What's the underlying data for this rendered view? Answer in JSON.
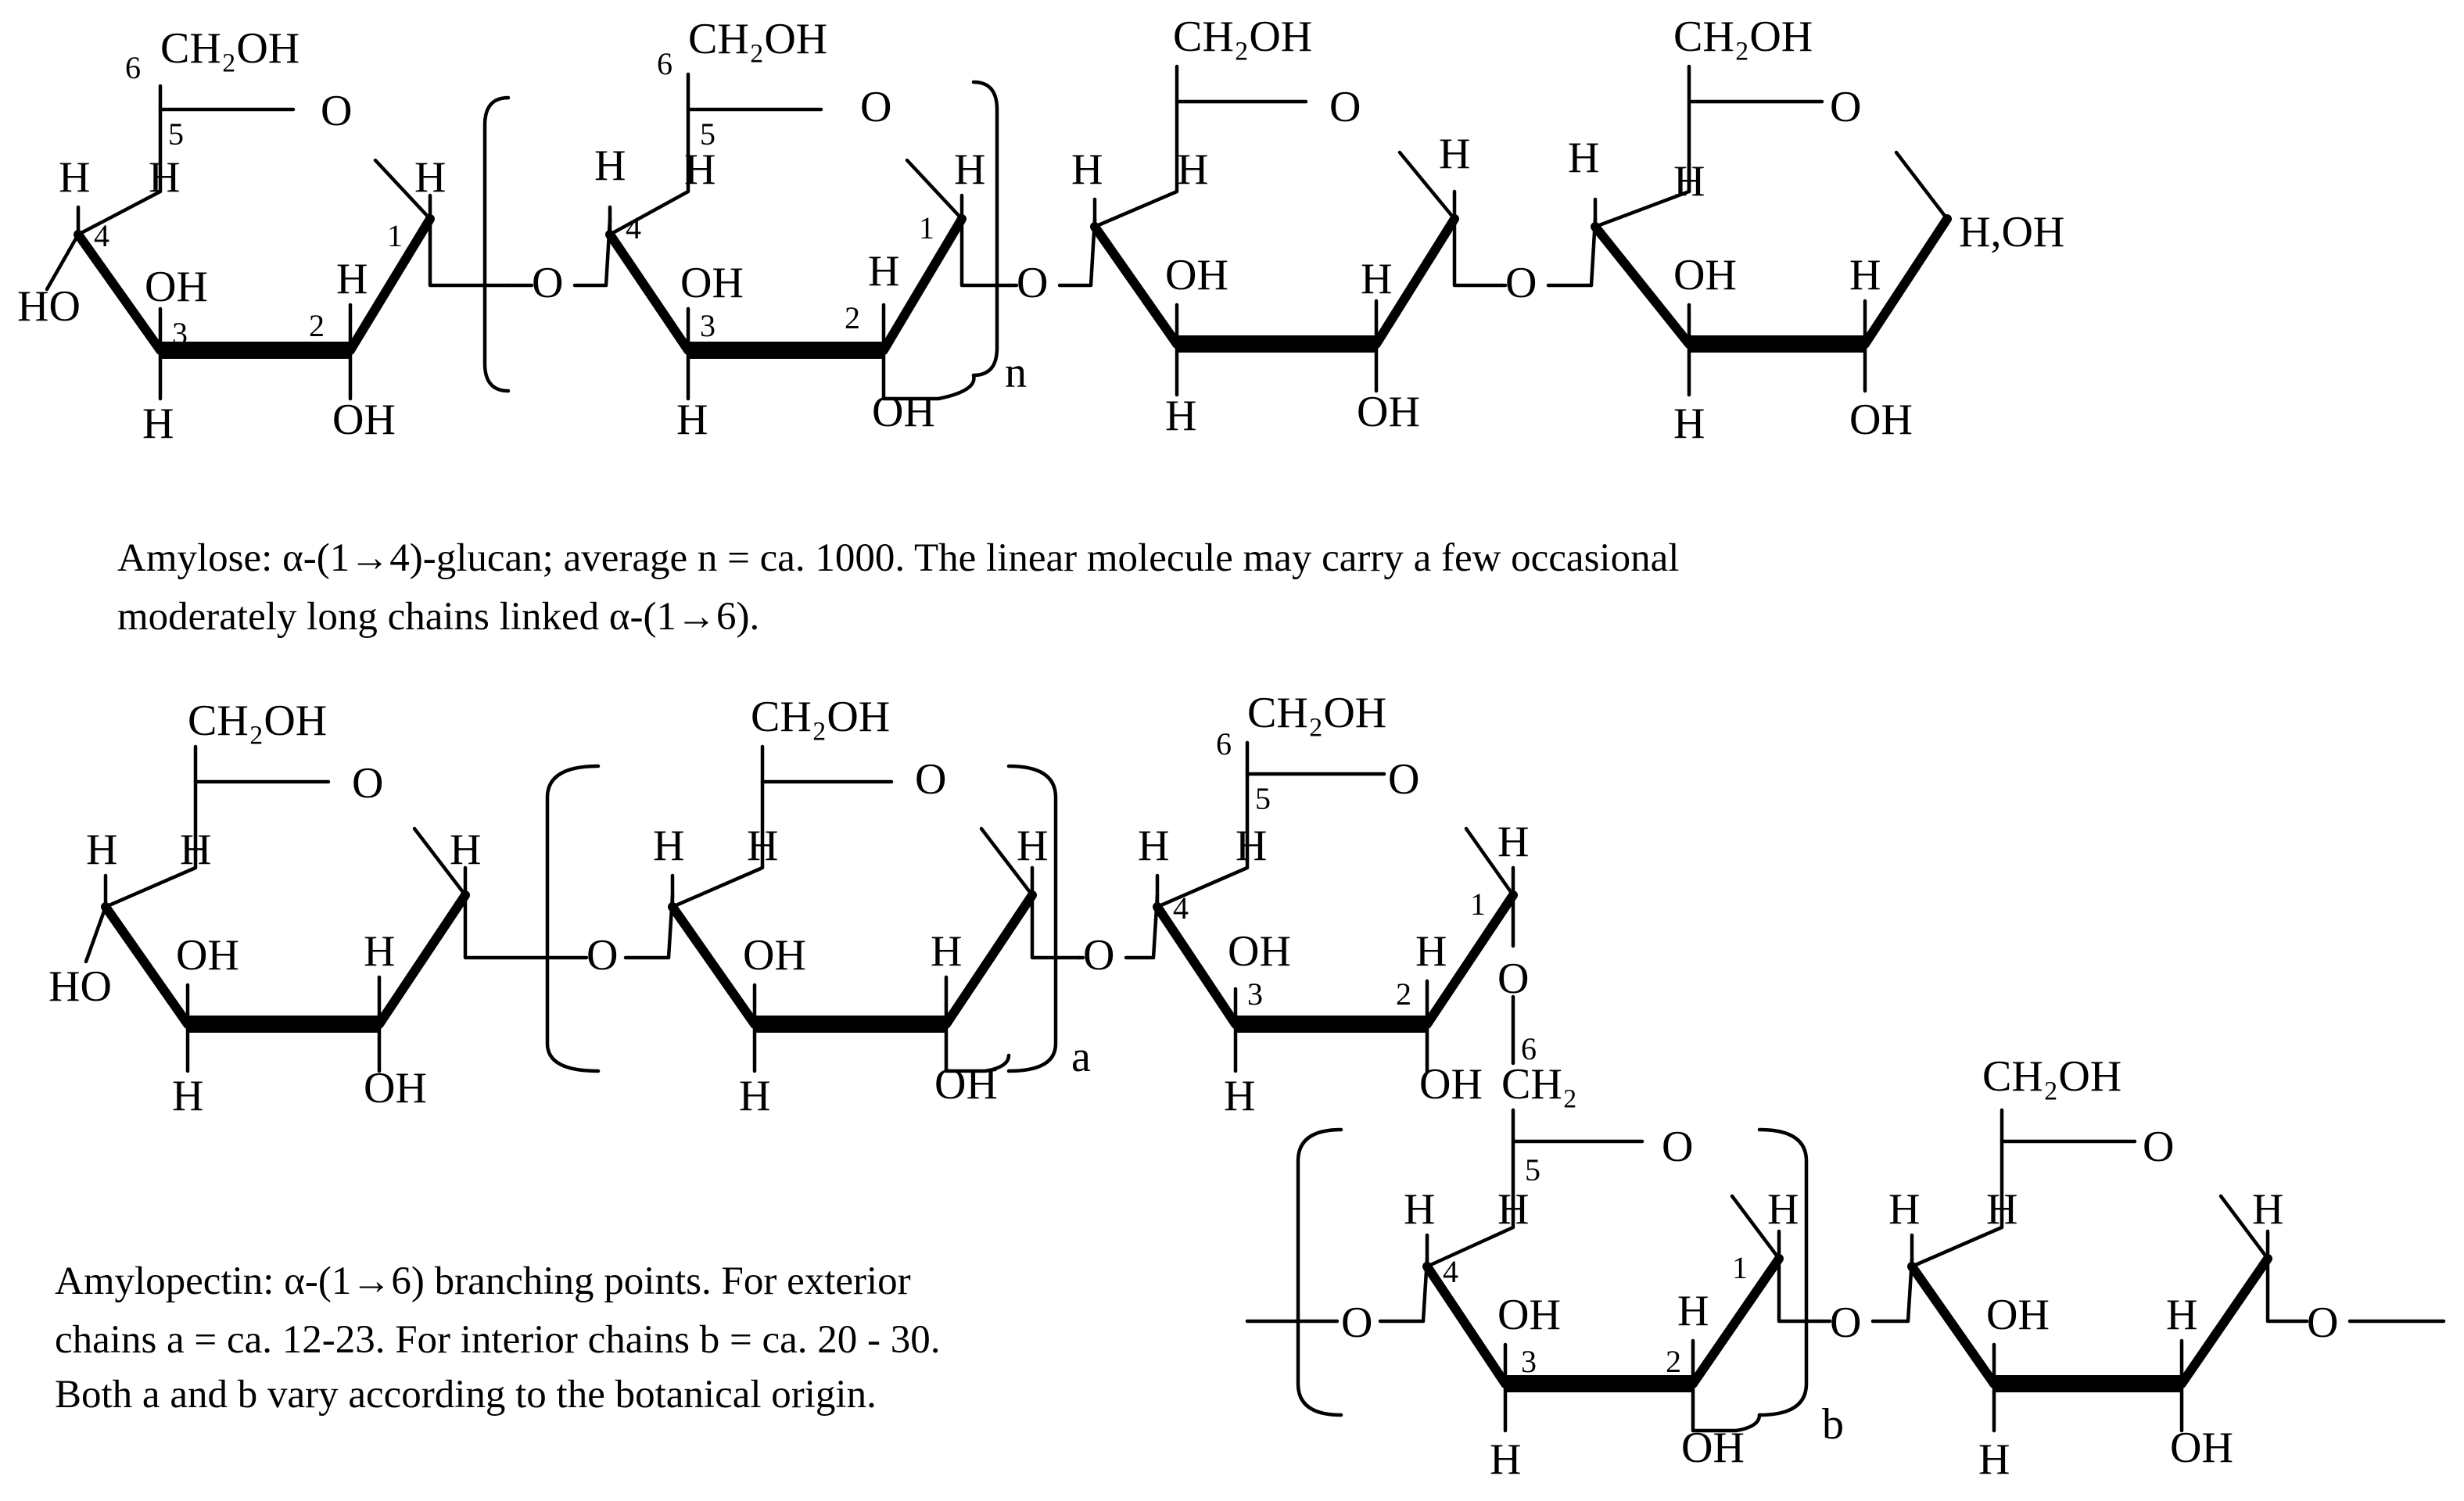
{
  "glyphs": {
    "ch2oh": "CH₂OH",
    "ch2": "CH₂",
    "o": "O",
    "h": "H",
    "oh": "OH",
    "ho": "HO",
    "h_oh": "H,OH",
    "pos_1": "1",
    "pos_2": "2",
    "pos_3": "3",
    "pos_4": "4",
    "pos_5": "5",
    "pos_6": "6",
    "repeat_n": "n",
    "repeat_a": "a",
    "repeat_b": "b"
  },
  "amylose": {
    "caption_line1": "Amylose: α-(1→4)-glucan; average n = ca. 1000. The linear molecule may carry a few occasional",
    "caption_line2": "moderately long chains linked α-(1→6)."
  },
  "amylopectin": {
    "caption_line1": "Amylopectin: α-(1→6) branching points. For exterior",
    "caption_line2": "chains a = ca. 12-23. For interior chains b = ca. 20 - 30.",
    "caption_line3": "Both a and b vary according to the botanical origin."
  },
  "colors": {
    "ink": "#000000",
    "background": "#ffffff"
  }
}
